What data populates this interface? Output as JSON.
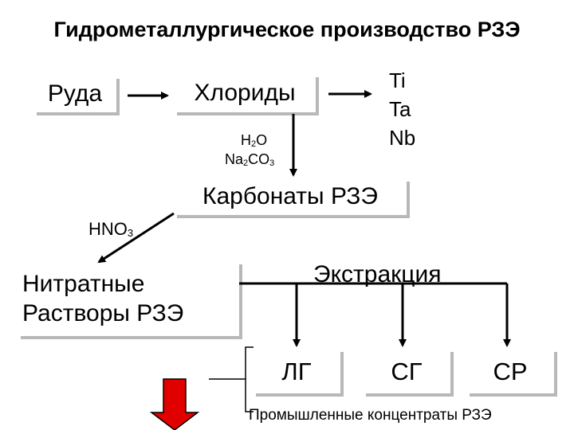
{
  "title": "Гидрометаллургическое производство РЗЭ",
  "nodes": {
    "ore": "Руда",
    "chlorides": "Хлориды",
    "metals": [
      "Ti",
      "Ta",
      "Nb"
    ],
    "reagent_water": "H",
    "reagent_water_sub": "2",
    "reagent_water_tail": "O",
    "reagent_soda": "Na",
    "reagent_soda_sub1": "2",
    "reagent_soda_mid": "CO",
    "reagent_soda_sub2": "3",
    "carbonates": "Карбонаты РЗЭ",
    "nitric_acid": "HNO",
    "nitric_acid_sub": "3",
    "nitrate_line1": "Нитратные",
    "nitrate_line2": "Растворы РЗЭ",
    "extraction": "Экстракция",
    "lg": "ЛГ",
    "sg": "СГ",
    "sr": "СР",
    "concentrates": "Промышленные концентраты РЗЭ"
  },
  "colors": {
    "line": "#000000",
    "shadow": "#b8b8b8",
    "output_arrow": "#e00000"
  }
}
